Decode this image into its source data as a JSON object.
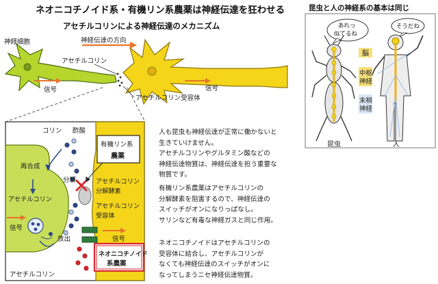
{
  "title": "ネオニコチノイド系・有機リン系農薬は神経伝達を狂わせる",
  "subtitle": "アセチルコリンによる神経伝達のメカニズム",
  "neuron": {
    "cell_label": "神経細胞",
    "direction_label": "神経伝達の方向",
    "ach_label": "アセチルコリン",
    "signal_left": "信号",
    "signal_right": "信号",
    "receptor_label": "アセチルコリン受容体"
  },
  "detail": {
    "choline": "コリン",
    "acetic_acid": "酢酸",
    "resynthesis": "再合成",
    "ach_left": "アセチルコリン",
    "decompose": "分解",
    "release": "放出",
    "signal_left": "信号",
    "signal_right": "信号",
    "ach_bottom": "アセチルコリン",
    "op_pesticide_line1": "有機リン系",
    "op_pesticide_line2": "農薬",
    "enzyme_line1": "アセチルコリン",
    "enzyme_line2": "分解酵素",
    "receptor_line1": "アセチルコリン",
    "receptor_line2": "受容体",
    "neonic_line1": "ネオニコチノイド",
    "neonic_line2": "系農薬"
  },
  "paragraphs": {
    "p1": [
      "人も昆虫も神経伝達が正常に働かないと",
      "生きていけません。",
      "アセチルコリンやグルタミン酸などの",
      "神経伝達物質は、神経伝達を担う重要な",
      "物質です。"
    ],
    "p2": [
      "有機リン系農薬はアセチルコリンの",
      "分解酵素を阻害するので、神経伝達の",
      "スイッチがオンになりっぱなし。",
      "サリンなど有毒な神経ガスと同じ作用。"
    ],
    "p3": [
      "ネオニコチノイドはアセチルコリンの",
      "受容体に結合し、アセチルコリンが",
      "なくても神経伝達のスイッチがオンに",
      "なってしまうニセ神経伝達物質。"
    ]
  },
  "right_panel": {
    "title": "昆虫と人の神経系の基本は同じ",
    "bubble_left_line1": "あれっ",
    "bubble_left_line2": "似てるね",
    "bubble_right": "そうだね",
    "brain_label": "脳",
    "cns_line1": "中枢",
    "cns_line2": "神経",
    "pns_line1": "末梢",
    "pns_line2": "神経",
    "insect_label": "昆虫",
    "human_label": "人"
  },
  "colors": {
    "neuron_green": "#b6d62e",
    "neuron_yellow": "#f4d51a",
    "signal_orange": "#e8742a",
    "dark_blue": "#2d4a8c",
    "red_x": "#d42a2a",
    "receptor_green": "#2f7d3a",
    "neonic_red": "#d7262e"
  }
}
